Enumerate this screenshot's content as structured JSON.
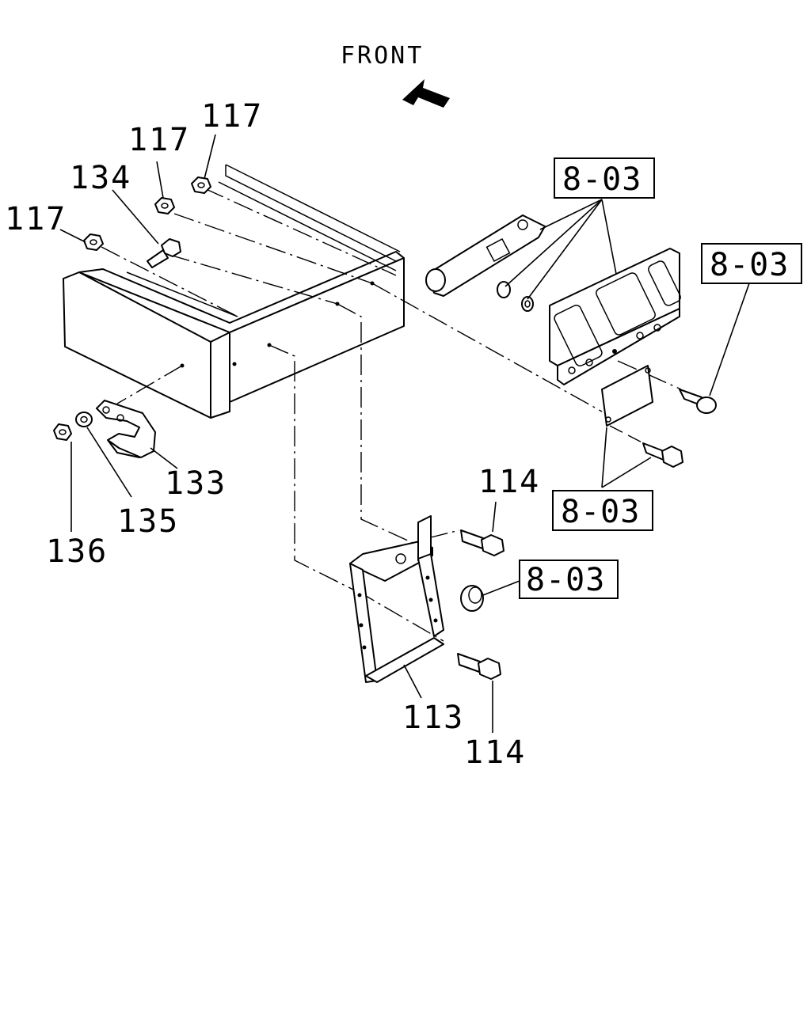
{
  "direction": {
    "label": "FRONT",
    "icon": "arrow-icon"
  },
  "callouts": {
    "c117_top": "117",
    "c117_mid": "117",
    "c117_left": "117",
    "c134": "134",
    "c133": "133",
    "c135": "135",
    "c136": "136",
    "c114_top": "114",
    "c114_bottom": "114",
    "c113": "113"
  },
  "references": {
    "ref_top": "8-03",
    "ref_right": "8-03",
    "ref_lower": "8-03",
    "ref_mid": "8-03"
  }
}
